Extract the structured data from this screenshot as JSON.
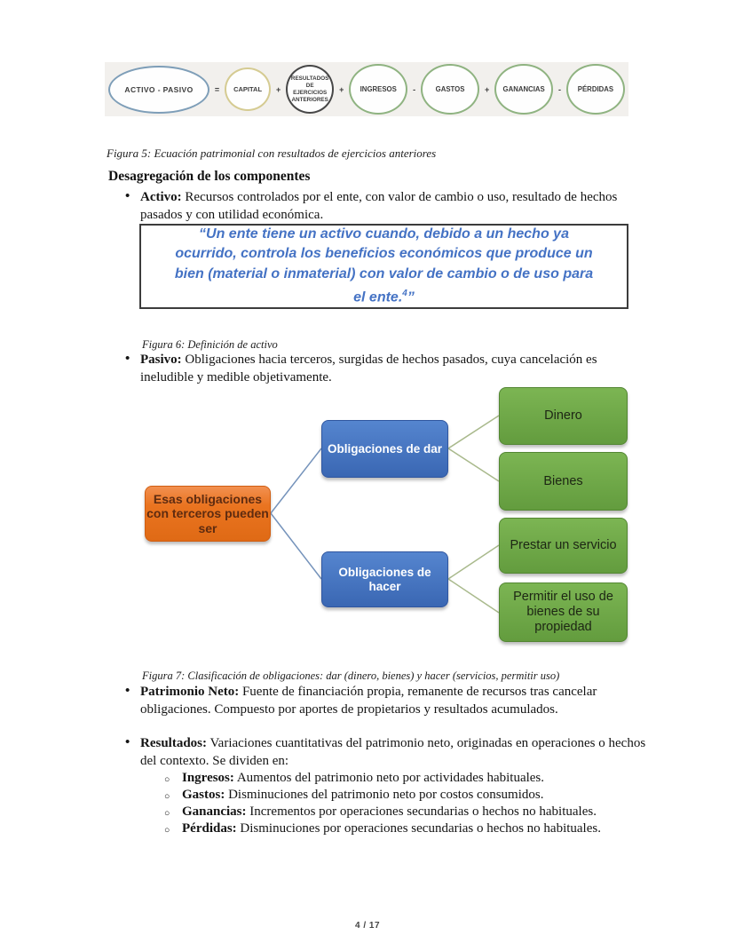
{
  "page": {
    "footer_page_indicator": "4 / 17"
  },
  "equation_diagram": {
    "ovals": [
      {
        "label": "ACTIVO - PASIVO"
      },
      {
        "label": "CAPITAL"
      },
      {
        "label": "RESULTADOS DE EJERCICIOS ANTERIORES"
      },
      {
        "label": "INGRESOS"
      },
      {
        "label": "GASTOS"
      },
      {
        "label": "GANANCIAS"
      },
      {
        "label": "PÉRDIDAS"
      }
    ],
    "operators": [
      "=",
      "+",
      "+",
      "-",
      "+",
      "-"
    ]
  },
  "figures": {
    "figura5_caption": "Figura 5: Ecuación patrimonial con resultados de ejercicios anteriores",
    "figura6_caption": "Figura 6: Definición de activo",
    "figura7_caption": "Figura 7: Clasificación de obligaciones: dar (dinero, bienes) y hacer (servicios, permitir uso)"
  },
  "section": {
    "heading": "Desagregación de los componentes",
    "bullets": [
      {
        "term": "Activo:",
        "desc": "Recursos controlados por el ente, con valor de cambio o uso, resultado de hechos pasados y con utilidad económica."
      },
      {
        "term": "Pasivo:",
        "desc": "Obligaciones hacia terceros, surgidas de hechos pasados, cuya cancelación es ineludible y medible objetivamente."
      },
      {
        "term": "Patrimonio Neto:",
        "desc": "Fuente de financiación propia, remanente de recursos tras cancelar obligaciones. Compuesto por aportes de propietarios y resultados acumulados."
      },
      {
        "term": "Resultados:",
        "desc": "Variaciones cuantitativas del patrimonio neto, originadas en operaciones o hechos del contexto. Se dividen en:"
      }
    ],
    "sub_bullets": [
      {
        "term": "Ingresos:",
        "desc": "Aumentos del patrimonio neto por actividades habituales."
      },
      {
        "term": "Gastos:",
        "desc": "Disminuciones del patrimonio neto por costos consumidos."
      },
      {
        "term": "Ganancias:",
        "desc": "Incrementos por operaciones secundarias o hechos no habituales."
      },
      {
        "term": "Pérdidas:",
        "desc": "Disminuciones por operaciones secundarias o hechos no habituales."
      }
    ]
  },
  "quote_box": {
    "lines": [
      "“Un ente tiene un activo cuando, debido a un hecho ya",
      "ocurrido, controla los beneficios económicos que produce un",
      "bien (material o inmaterial) con valor de cambio o de uso para",
      "el ente."
    ],
    "footnote_ref": "4",
    "closing_quote": "”"
  },
  "obligaciones_diagram": {
    "root_label": "Esas obligaciones con terceros pueden ser",
    "branch_dar": "Obligaciones de dar",
    "branch_hacer": "Obligaciones de hacer",
    "leaves": [
      "Dinero",
      "Bienes",
      "Prestar un servicio",
      "Permitir el uso de bienes de su propiedad"
    ]
  },
  "colors": {
    "strip_background": "#f2f0ed",
    "oval_border_activo_pasivo": "#7e9eb8",
    "oval_border_capital": "#d5cb92",
    "oval_border_resultados": "#474747",
    "oval_border_green": "#8fb381",
    "quote_text": "#4472c4",
    "root_box_orange": "#e8731f",
    "branch_box_blue": "#3f6cb5",
    "leaf_box_green": "#6aa84f",
    "connector_blue": "#7593bb",
    "connector_green": "#a9b98c"
  }
}
